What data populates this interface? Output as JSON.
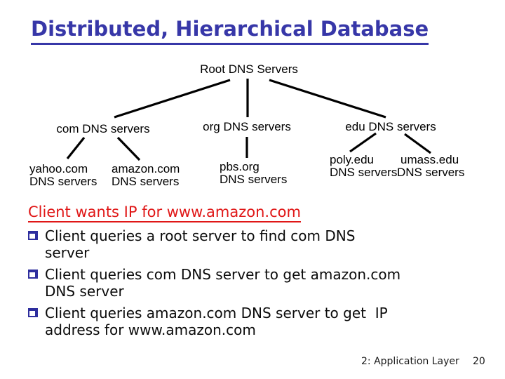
{
  "slide": {
    "title": "Distributed, Hierarchical Database",
    "footer": {
      "section": "2: Application Layer",
      "page": "20"
    }
  },
  "tree": {
    "root": "Root DNS Servers",
    "level2": [
      {
        "label": "com DNS servers"
      },
      {
        "label": "org DNS servers"
      },
      {
        "label": "edu DNS servers"
      }
    ],
    "leaves": [
      {
        "name": "yahoo.com",
        "sub": "DNS servers"
      },
      {
        "name": "amazon.com",
        "sub": "DNS servers"
      },
      {
        "name": "pbs.org",
        "sub": "DNS servers"
      },
      {
        "name": "poly.edu",
        "sub": "DNS servers"
      },
      {
        "name": "umass.edu",
        "sub": "DNS servers"
      }
    ]
  },
  "body": {
    "heading": "Client wants IP for www.amazon.com",
    "bullets": [
      {
        "line1": "Client queries a root server to find com DNS",
        "line2": "server"
      },
      {
        "line1": "Client queries com DNS server to get amazon.com",
        "line2": "DNS server"
      },
      {
        "line1": "Client queries amazon.com DNS server to get  IP",
        "line2": "address for www.amazon.com"
      }
    ]
  },
  "colors": {
    "title_blue": "#3737a8",
    "bullet_navy": "#2e2e9e",
    "heading_red": "#e01717",
    "line_black": "#000000",
    "background": "#ffffff"
  }
}
